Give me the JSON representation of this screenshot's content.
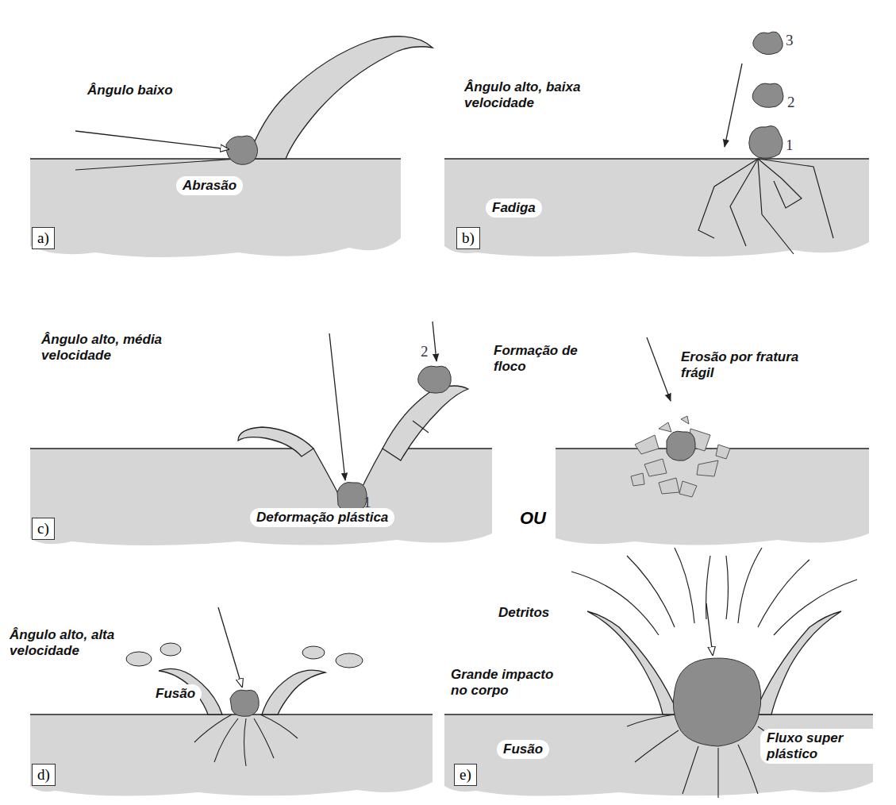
{
  "diagram": {
    "nodes": [
      {
        "text": [
          "a)"
        ]
      },
      {
        "text": [
          "b)"
        ]
      },
      {
        "text": [
          "c)"
        ]
      },
      {
        "text": [
          "d)"
        ]
      },
      {
        "text": [
          "e)"
        ]
      }
    ],
    "labels": [
      "Ângulo baixo",
      "Abrasão",
      "Ângulo alto, baixa velocidade",
      "3",
      "2",
      "1",
      "Fadiga",
      "Ângulo alto, média velocidade",
      "1",
      "2",
      "Formação de floco",
      "Deformação plástica",
      "OU",
      "Erosão por fratura frágil",
      "Ângulo alto, alta velocidade",
      "Fusão",
      "Detritos",
      "Grande impacto no corpo",
      "Fusão",
      "Fluxo super plástico"
    ]
  }
}
